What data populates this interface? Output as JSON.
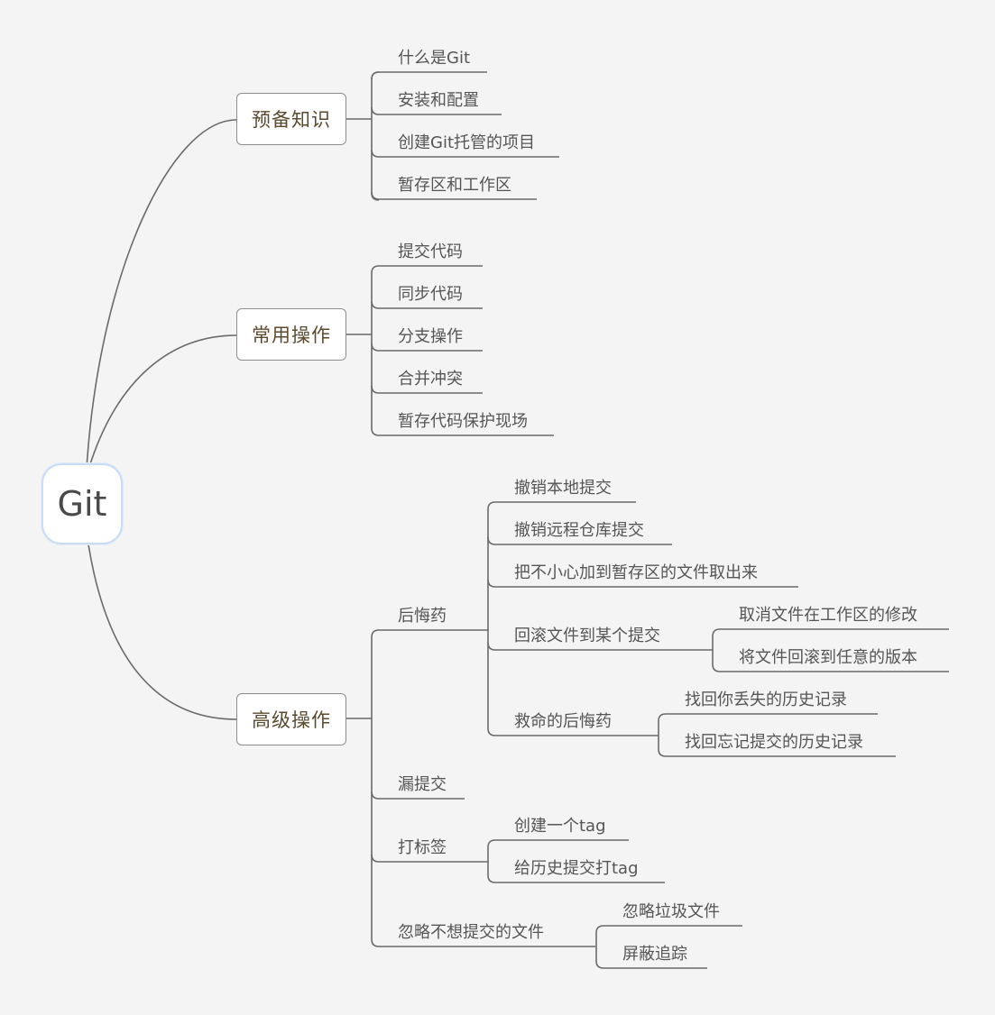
{
  "root": {
    "label": "Git"
  },
  "branches": [
    {
      "label": "预备知识",
      "children": [
        "什么是Git",
        "安装和配置",
        "创建Git托管的项目",
        "暂存区和工作区"
      ]
    },
    {
      "label": "常用操作",
      "children": [
        "提交代码",
        "同步代码",
        "分支操作",
        "合并冲突",
        "暂存代码保护现场"
      ]
    },
    {
      "label": "高级操作",
      "children": [
        {
          "label": "后悔药",
          "children": [
            "撤销本地提交",
            "撤销远程仓库提交",
            "把不小心加到暂存区的文件取出来",
            {
              "label": "回滚文件到某个提交",
              "children": [
                "取消文件在工作区的修改",
                "将文件回滚到任意的版本"
              ]
            },
            {
              "label": "救命的后悔药",
              "children": [
                "找回你丢失的历史记录",
                "找回忘记提交的历史记录"
              ]
            }
          ]
        },
        {
          "label": "漏提交"
        },
        {
          "label": "打标签",
          "children": [
            "创建一个tag",
            "给历史提交打tag"
          ]
        },
        {
          "label": "忽略不想提交的文件",
          "children": [
            "忽略垃圾文件",
            "屏蔽追踪"
          ]
        }
      ]
    }
  ]
}
